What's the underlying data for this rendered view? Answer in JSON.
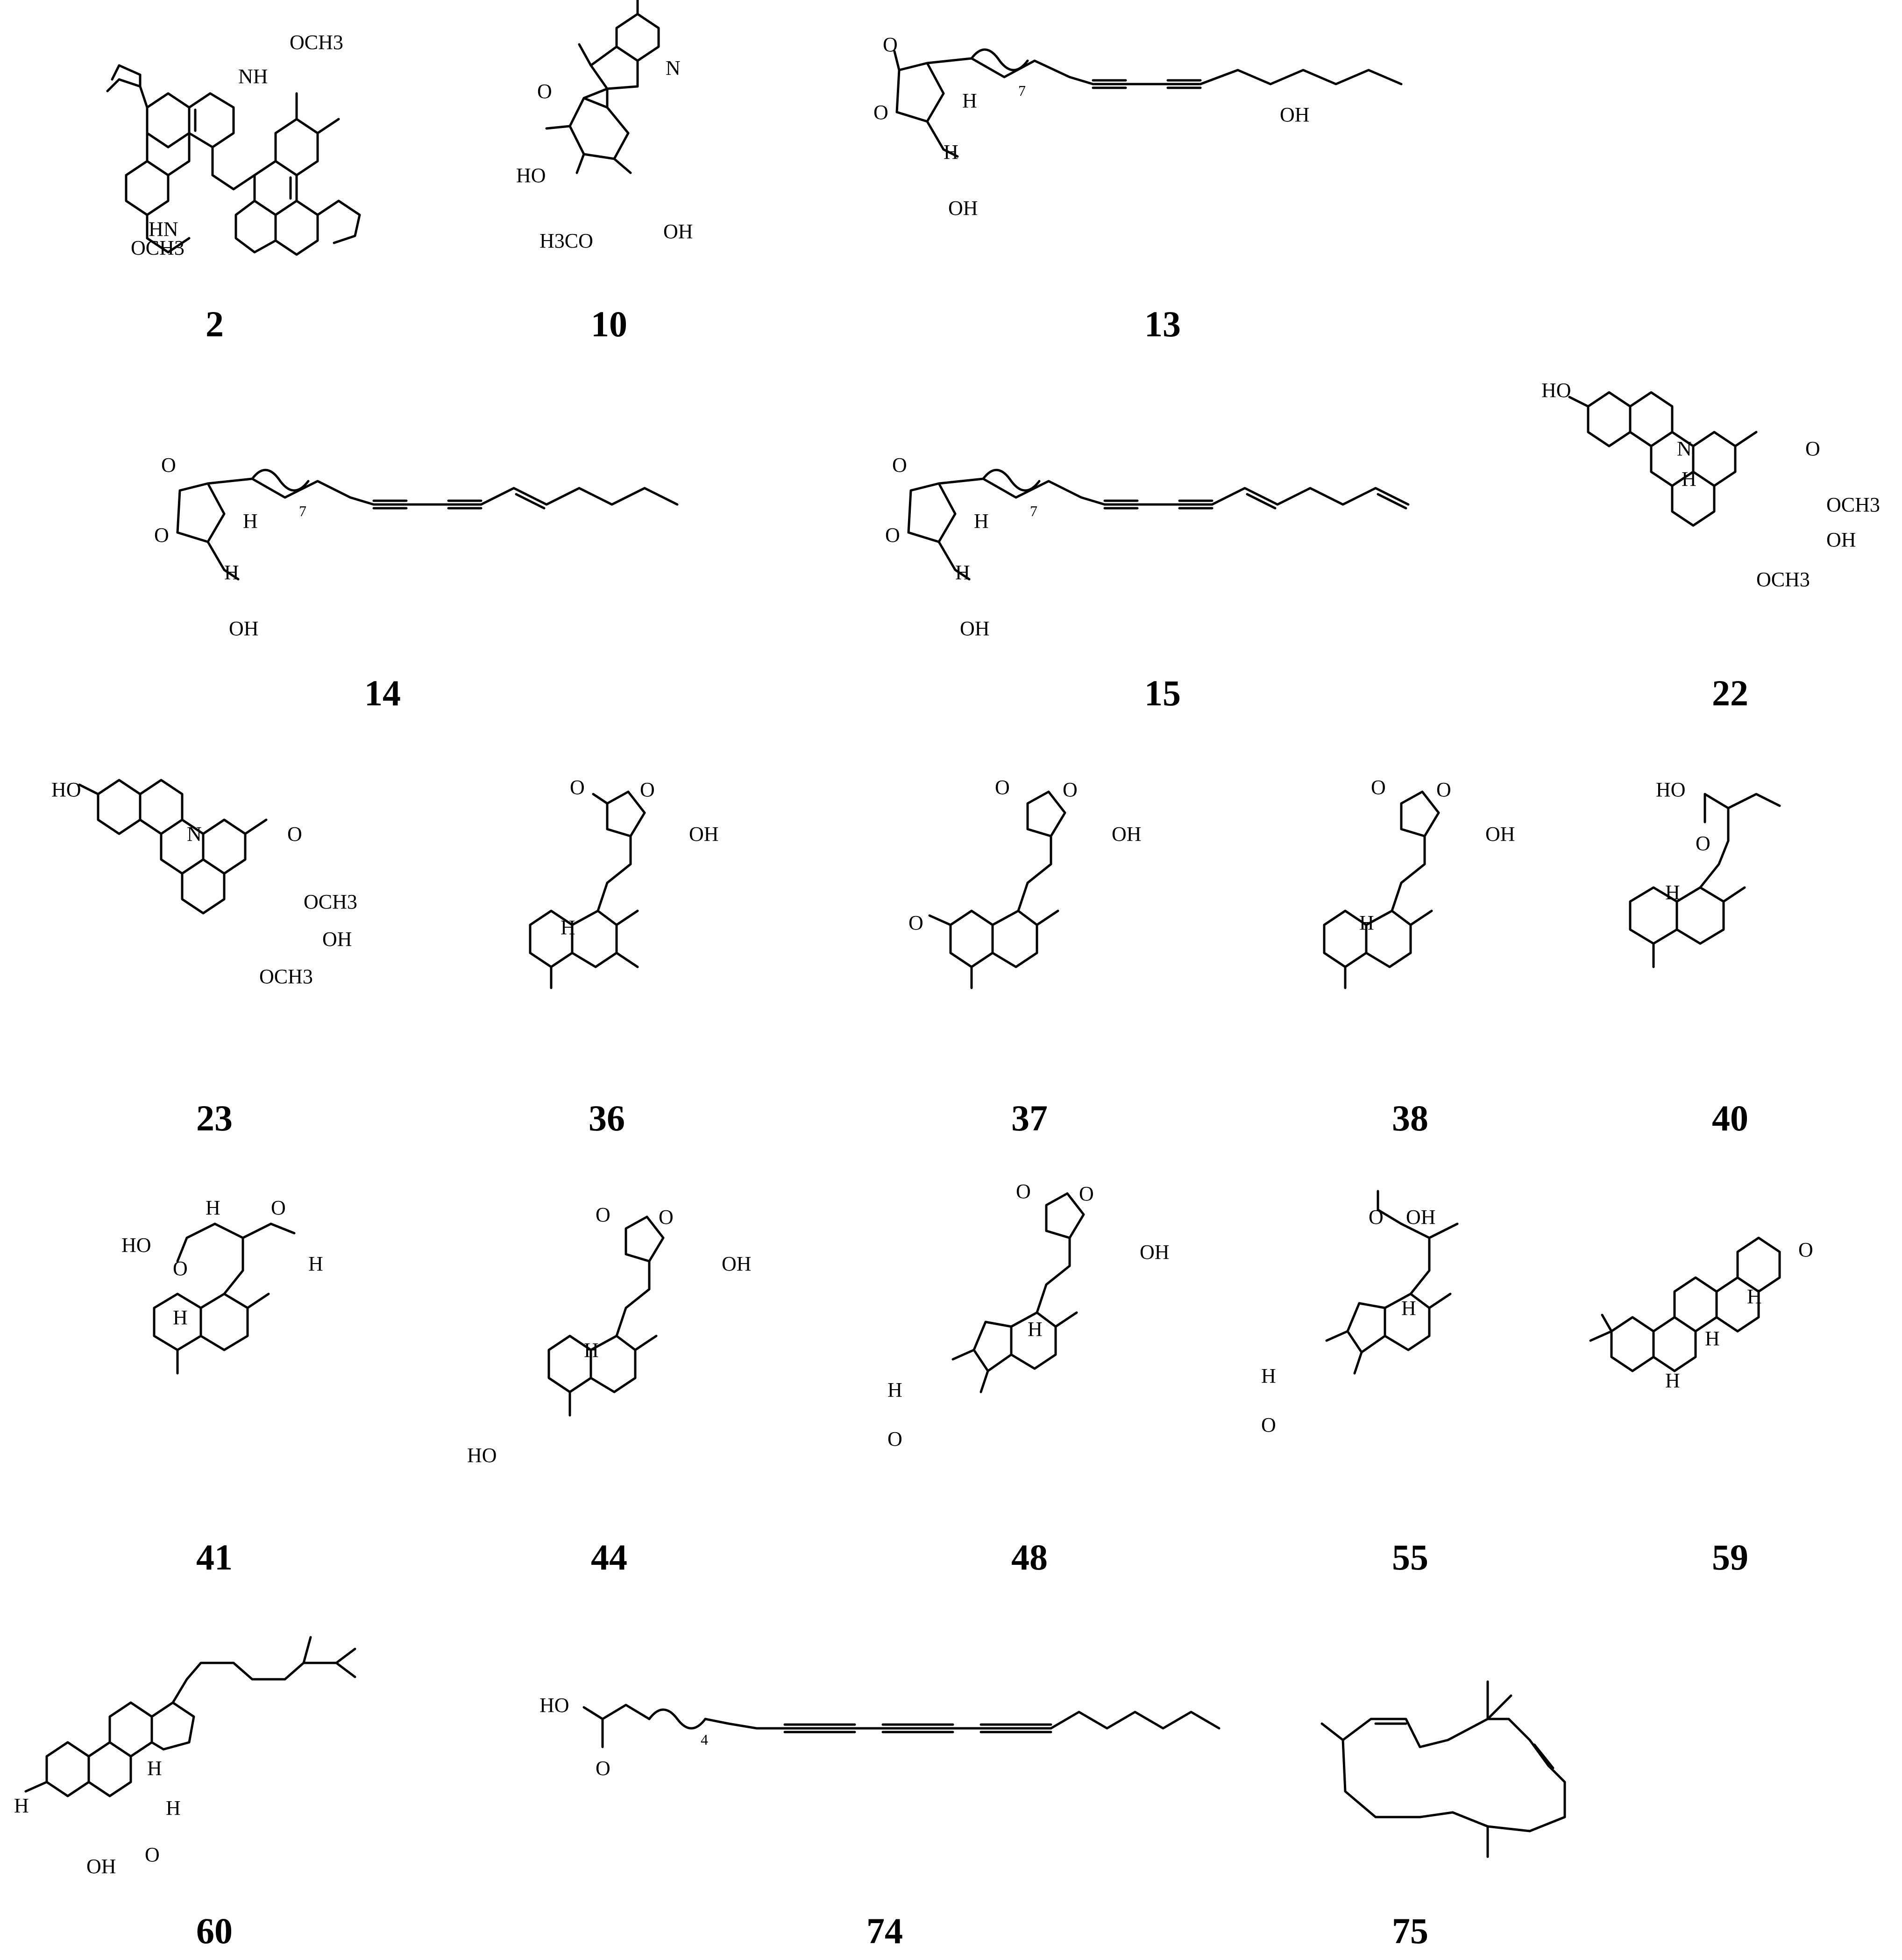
{
  "compounds": [
    {
      "number": "2",
      "atoms": [
        "OCH3",
        "NH",
        "HN",
        "OCH3"
      ]
    },
    {
      "number": "10",
      "atoms": [
        "O",
        "N",
        "HO",
        "OH",
        "H3CO"
      ]
    },
    {
      "number": "13",
      "atoms": [
        "O",
        "O",
        "H",
        "H",
        "OH",
        "OH"
      ],
      "repeat": "7"
    },
    {
      "number": "14",
      "atoms": [
        "O",
        "O",
        "H",
        "H",
        "OH"
      ],
      "repeat": "7"
    },
    {
      "number": "15",
      "atoms": [
        "O",
        "O",
        "H",
        "H",
        "OH"
      ],
      "repeat": "7"
    },
    {
      "number": "22",
      "atoms": [
        "HO",
        "N",
        "O",
        "H",
        "OCH3",
        "OH",
        "OCH3"
      ]
    },
    {
      "number": "23",
      "atoms": [
        "HO",
        "N",
        "O",
        "OCH3",
        "OH",
        "OCH3"
      ]
    },
    {
      "number": "36",
      "atoms": [
        "O",
        "O",
        "OH",
        "H"
      ]
    },
    {
      "number": "37",
      "atoms": [
        "O",
        "O",
        "OH",
        "O"
      ]
    },
    {
      "number": "38",
      "atoms": [
        "O",
        "O",
        "OH",
        "H"
      ]
    },
    {
      "number": "40",
      "atoms": [
        "HO",
        "O",
        "H"
      ]
    },
    {
      "number": "41",
      "atoms": [
        "H",
        "O",
        "HO",
        "H",
        "O",
        "H"
      ]
    },
    {
      "number": "44",
      "atoms": [
        "O",
        "O",
        "OH",
        "H",
        "HO"
      ]
    },
    {
      "number": "48",
      "atoms": [
        "O",
        "O",
        "OH",
        "H",
        "H",
        "O"
      ]
    },
    {
      "number": "55",
      "atoms": [
        "O",
        "OH",
        "H",
        "H",
        "O"
      ]
    },
    {
      "number": "59",
      "atoms": [
        "O",
        "H",
        "H",
        "H"
      ]
    },
    {
      "number": "60",
      "atoms": [
        "H",
        "H",
        "H",
        "O",
        "OH"
      ]
    },
    {
      "number": "74",
      "atoms": [
        "HO",
        "O"
      ],
      "repeat": "4"
    },
    {
      "number": "75",
      "atoms": []
    }
  ]
}
